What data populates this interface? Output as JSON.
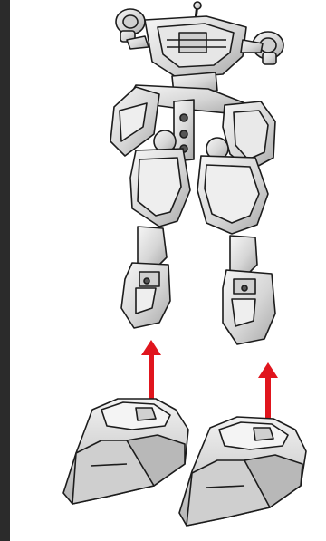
{
  "colors": {
    "edge_bar": "#2b2b2b",
    "part_fill": "#dcdcdc",
    "part_light": "#f4f4f4",
    "part_shadow": "#9a9a9a",
    "outline": "#1c1c1c",
    "arrow": "#e0151d"
  },
  "parts": [
    "robot-upper-body",
    "left-foot-armor",
    "right-foot-armor"
  ],
  "arrows": [
    "attach-left-foot-arrow",
    "attach-right-foot-arrow"
  ]
}
